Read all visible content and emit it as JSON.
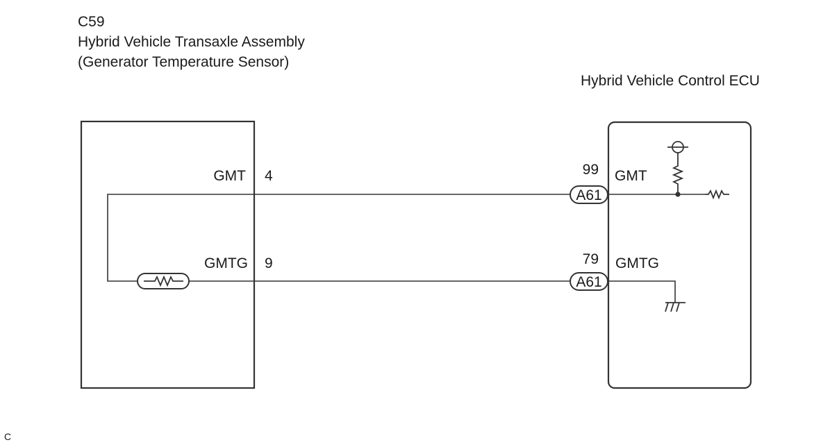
{
  "sensor": {
    "code": "C59",
    "name": "Hybrid Vehicle Transaxle Assembly",
    "subname": "(Generator Temperature Sensor)",
    "terminals": [
      {
        "label": "GMT",
        "pin": "4"
      },
      {
        "label": "GMTG",
        "pin": "9"
      }
    ]
  },
  "ecu": {
    "name": "Hybrid Vehicle Control ECU",
    "terminals": [
      {
        "label": "GMT",
        "pin": "99",
        "connector": "A61"
      },
      {
        "label": "GMTG",
        "pin": "79",
        "connector": "A61"
      }
    ]
  },
  "footer": {
    "mark": "C"
  },
  "icons": {
    "thermistor": "thermistor-icon",
    "resistor": "resistor-icon",
    "power": "power-supply-icon",
    "ground": "ground-icon",
    "junction": "junction-dot-icon"
  }
}
